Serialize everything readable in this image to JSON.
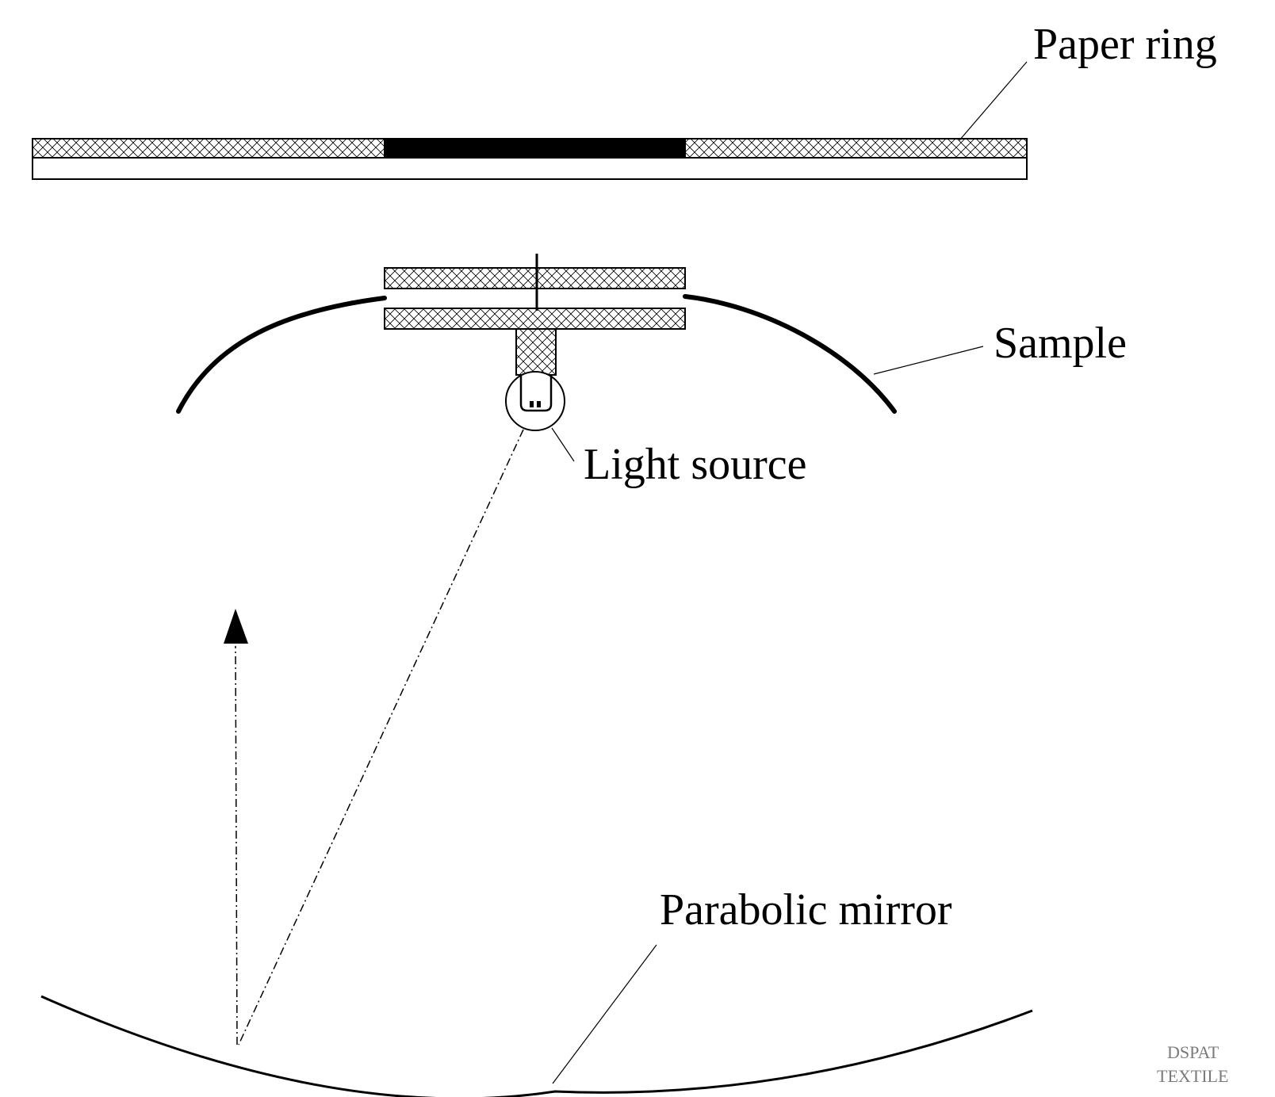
{
  "labels": {
    "paper_ring": "Paper ring",
    "sample": "Sample",
    "light_source": "Light source",
    "parabolic_mirror": "Parabolic mirror"
  },
  "watermark": {
    "line1": "DSPAT",
    "line2": "TEXTILE"
  },
  "colors": {
    "ink": "#000000",
    "background": "#ffffff",
    "watermark": "#7a7a7a"
  }
}
